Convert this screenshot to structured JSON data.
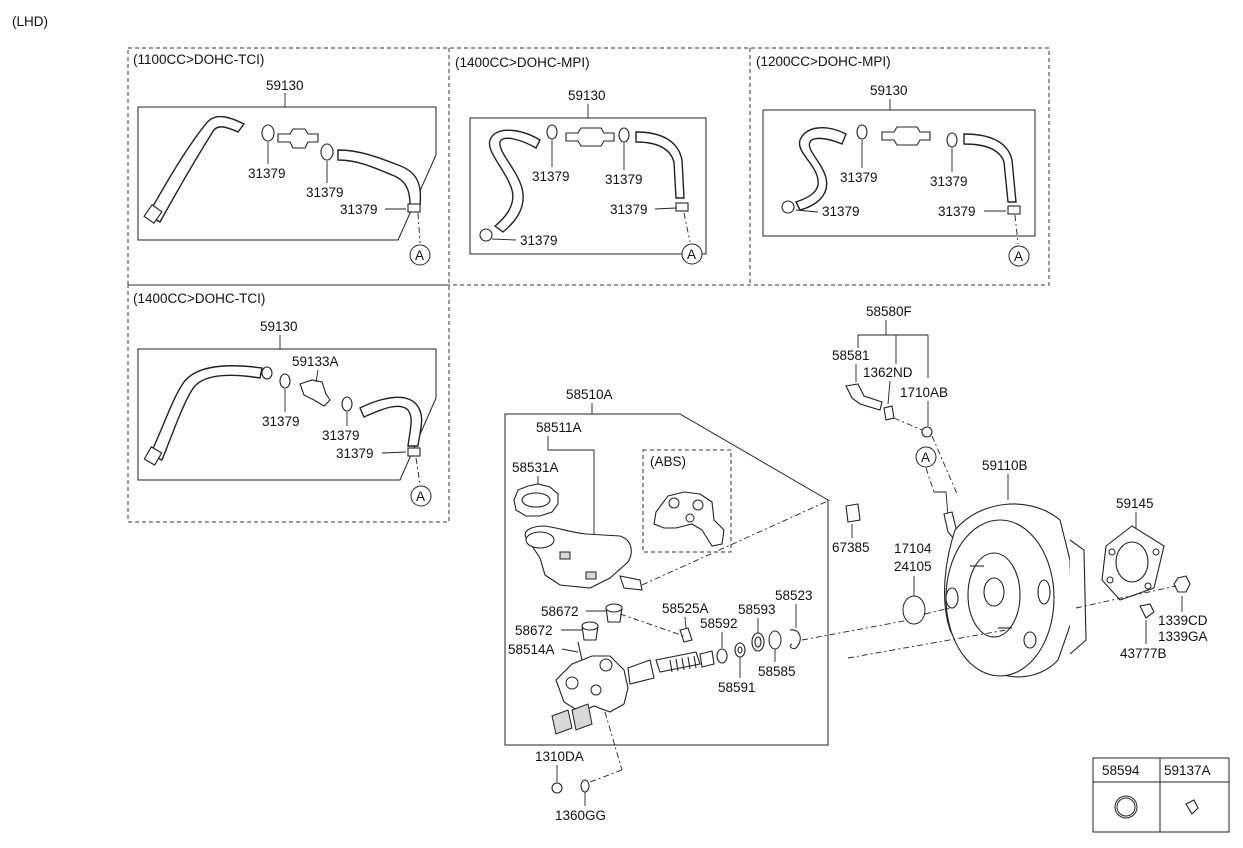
{
  "header": {
    "lhd_label": "(LHD)"
  },
  "panels": {
    "p1100_tci": {
      "title": "(1100CC>DOHC-TCI)",
      "part_hose": "59130",
      "clip_a": "31379",
      "clip_b": "31379",
      "clip_c": "31379",
      "ref": "A"
    },
    "p1400_mpi": {
      "title": "(1400CC>DOHC-MPI)",
      "part_hose": "59130",
      "clip_a": "31379",
      "clip_b": "31379",
      "clip_c": "31379",
      "clip_d": "31379",
      "ref": "A"
    },
    "p1200_mpi": {
      "title": "(1200CC>DOHC-MPI)",
      "part_hose": "59130",
      "clip_a": "31379",
      "clip_b": "31379",
      "clip_c": "31379",
      "clip_d": "31379",
      "ref": "A"
    },
    "p1400_tci": {
      "title": "(1400CC>DOHC-TCI)",
      "part_hose": "59130",
      "valve": "59133A",
      "clip_a": "31379",
      "clip_b": "31379",
      "clip_c": "31379",
      "ref": "A"
    }
  },
  "master_cylinder": {
    "assy": "58510A",
    "body": "58511A",
    "cap": "58531A",
    "abs_label": "(ABS)",
    "grommet_a": "58672",
    "grommet_b": "58672",
    "pin": "58514A",
    "bleeder": "58525A",
    "cup": "67385",
    "seal_a": "58592",
    "seal_b": "58593",
    "snap_ring": "58523",
    "washer": "58591",
    "retainer": "58585",
    "nut": "1310DA",
    "gasket": "1360GG"
  },
  "booster": {
    "assy": "59110B",
    "check_valve_assy": "58580F",
    "check_valve": "58581",
    "grommet": "1362ND",
    "clamp": "1710AB",
    "ref": "A",
    "oring_a": "17104",
    "oring_b": "24105",
    "gasket": "59145",
    "nut_a": "1339CD",
    "nut_b": "1339GA",
    "pin": "43777B"
  },
  "legend_table": {
    "col1": "58594",
    "col2": "59137A"
  }
}
